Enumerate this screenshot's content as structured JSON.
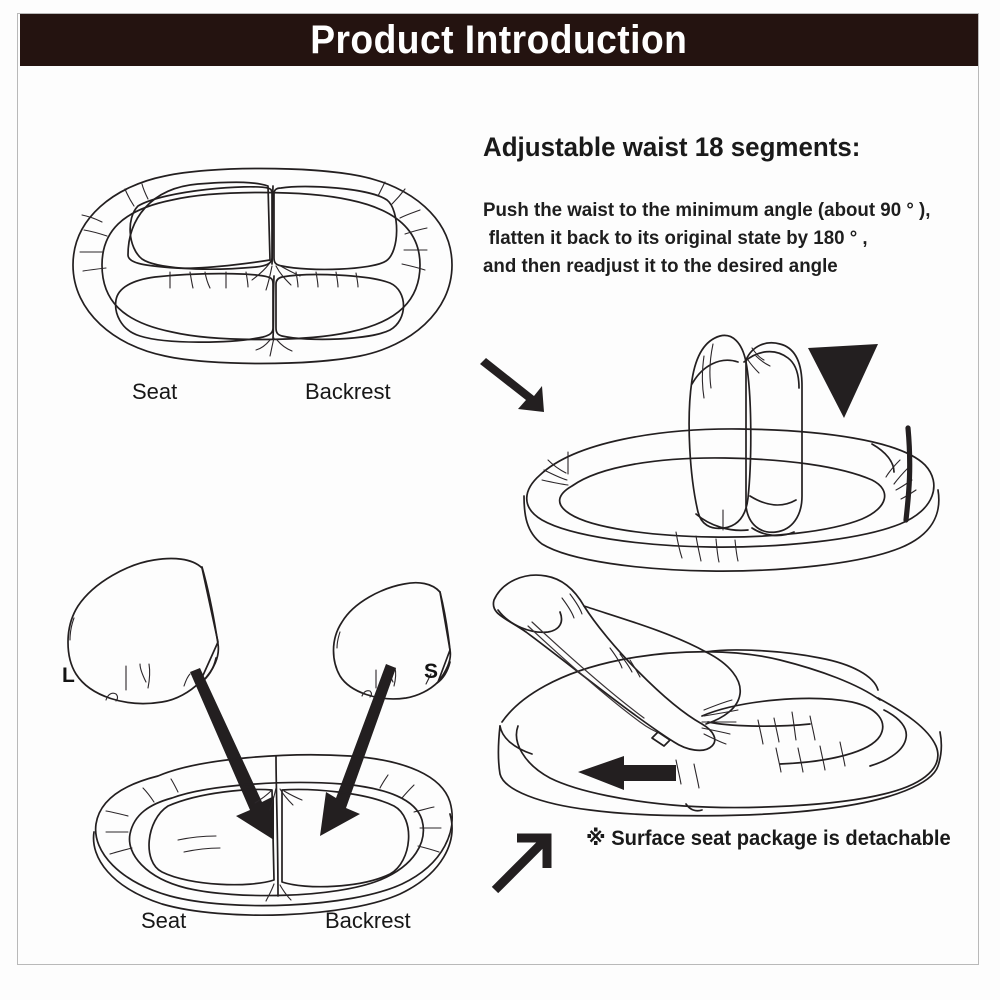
{
  "page": {
    "title": "Product Introduction",
    "banner_color": "#241310",
    "background_color": "#fdfdfd",
    "border_color": "#b9b9b9",
    "line_art_color": "#231f20"
  },
  "sections": {
    "adjustable": {
      "heading": "Adjustable waist 18 segments:",
      "body_lines": [
        "Push the waist to the minimum angle (about 90 ° ),",
        "flatten it back to its original state by 180 ° ,",
        "and then readjust it to the desired angle"
      ]
    },
    "detachable": {
      "note": "※ Surface seat package is detachable"
    }
  },
  "captions": {
    "seat_top": "Seat",
    "backrest_top": "Backrest",
    "seat_bottom": "Seat",
    "backrest_bottom": "Backrest",
    "size_large": "L",
    "size_small": "S"
  },
  "illustrations": [
    {
      "name": "flat-cushion-top-view",
      "description": "Top view of flattened sofa bed showing oval bolster with seat and backrest panels"
    },
    {
      "name": "folded-backrest-view",
      "description": "Sofa with backrest folded upright, arrows indicating push and fold directions"
    },
    {
      "name": "cushion-pads-l-s",
      "description": "Two removable cushion pads labelled L and S with arrows into the sofa"
    },
    {
      "name": "detachable-cover-view",
      "description": "Sofa with surface seat package peeled back, arrow showing removal direction"
    }
  ],
  "arrows": [
    {
      "name": "push-down-arrow",
      "direction": "down-right",
      "style": "solid"
    },
    {
      "name": "fold-back-arrow",
      "direction": "curved-left",
      "style": "solid"
    },
    {
      "name": "insert-arrow-left",
      "direction": "down-right",
      "style": "solid"
    },
    {
      "name": "insert-arrow-right",
      "direction": "down-right",
      "style": "solid"
    },
    {
      "name": "pull-cover-arrow",
      "direction": "left",
      "style": "solid"
    },
    {
      "name": "point-up-arrow",
      "direction": "up-right",
      "style": "outline"
    }
  ]
}
